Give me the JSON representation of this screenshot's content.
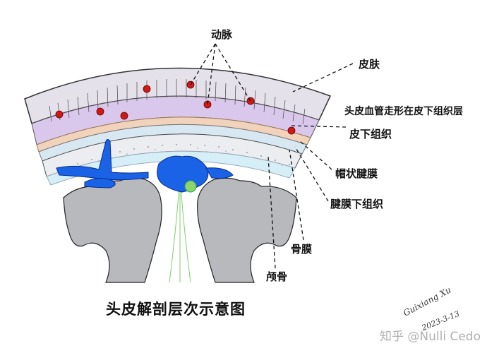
{
  "labels": {
    "artery": "动脉",
    "skin": "皮肤",
    "vessel_note": "头皮血管走形在皮下组织层",
    "subcutaneous": "皮下组织",
    "galea": "帽状腱膜",
    "subgaleal": "腱膜下组织",
    "periosteum": "骨膜",
    "skull": "颅骨"
  },
  "title": "头皮解剖层次示意图",
  "watermark": "知乎 @Nulli Cedo",
  "signature": {
    "name": "Guixiang Xu",
    "date": "2023-3-13"
  },
  "colors": {
    "skin": "#e4e1ea",
    "subcutaneous": "#d9c8ec",
    "galea": "#f1d2bb",
    "subgaleal": "#d8e8f2",
    "periosteum": "#eef5fa",
    "bone": "#ecedf0",
    "dura": "#d6eef8",
    "vessels_blue": "#1a62e6",
    "artery_red": "#d01818",
    "brain": "#b8b9bc",
    "leader": "#111111"
  }
}
